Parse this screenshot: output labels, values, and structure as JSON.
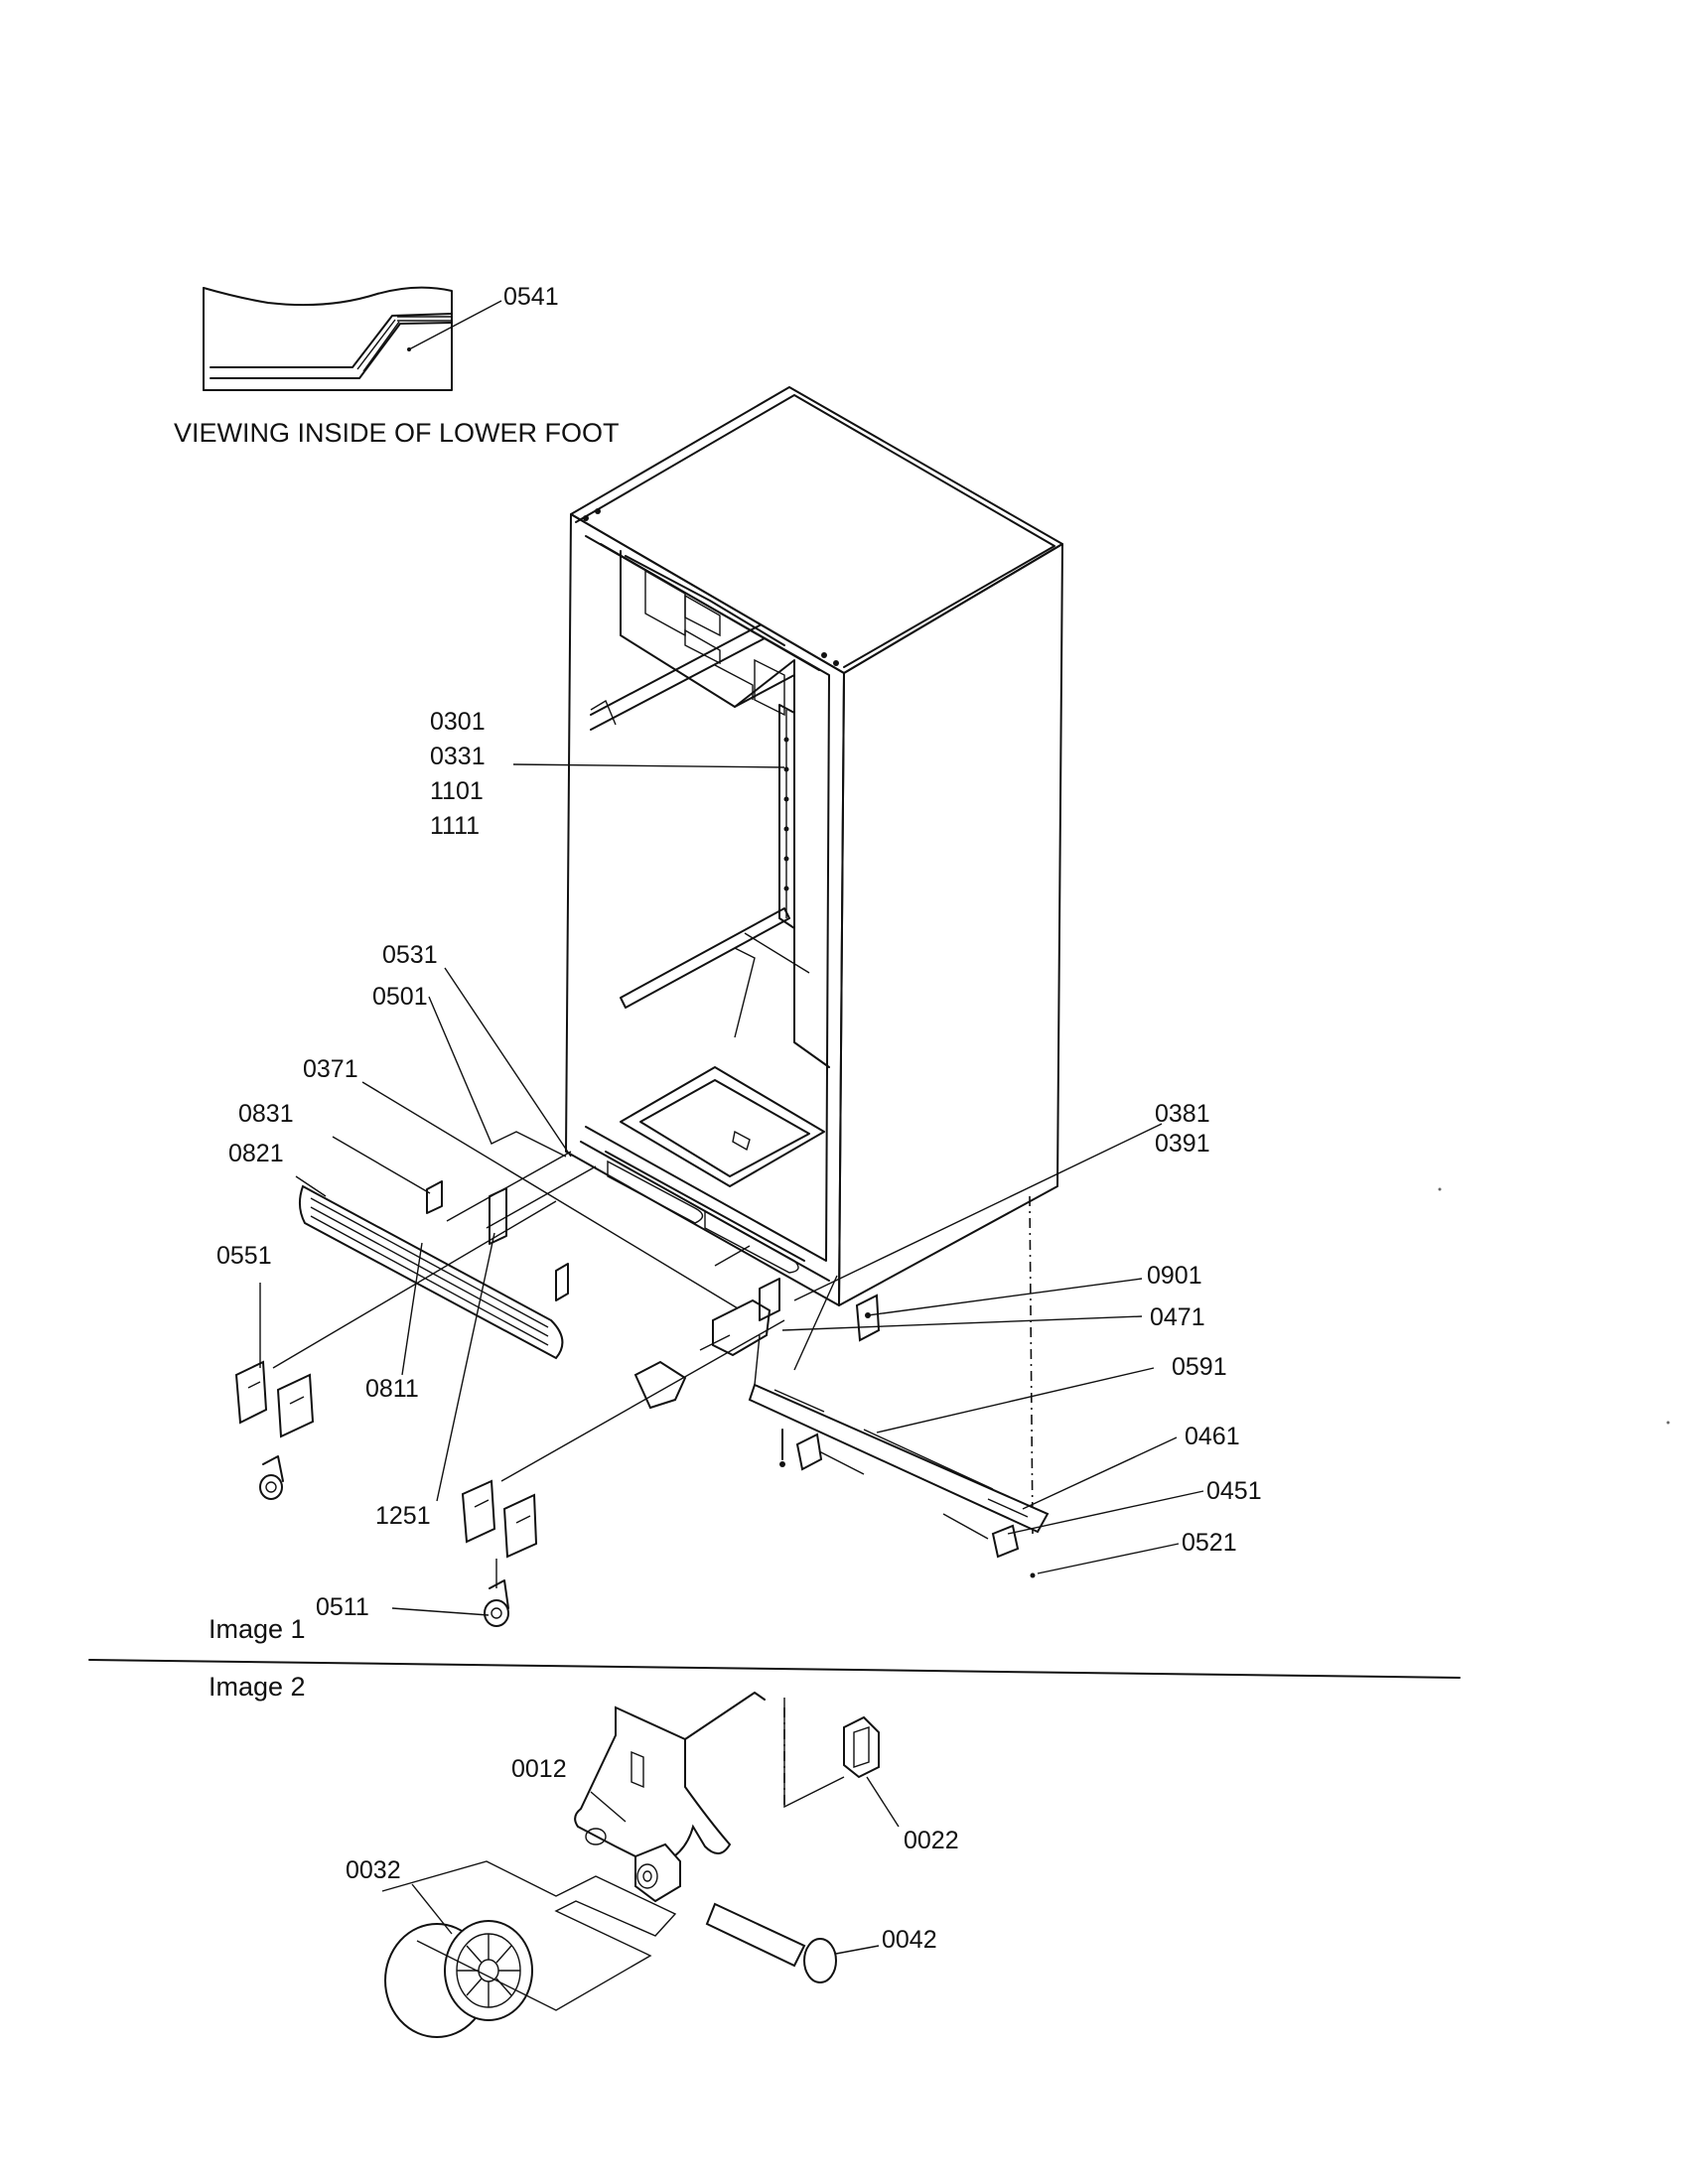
{
  "inset_caption": "VIEWING INSIDE OF LOWER FOOT",
  "image1_label": "Image 1",
  "image2_label": "Image 2",
  "callouts": {
    "c0541": "0541",
    "c0301": "0301",
    "c0331": "0331",
    "c1101": "1101",
    "c1111": "1111",
    "c0531": "0531",
    "c0501": "0501",
    "c0371": "0371",
    "c0831": "0831",
    "c0821": "0821",
    "c0551": "0551",
    "c0811": "0811",
    "c1251": "1251",
    "c0511": "0511",
    "c0381": "0381",
    "c0391": "0391",
    "c0901": "0901",
    "c0471": "0471",
    "c0591": "0591",
    "c0461": "0461",
    "c0451": "0451",
    "c0521": "0521",
    "c0012": "0012",
    "c0022": "0022",
    "c0032": "0032",
    "c0042": "0042"
  }
}
